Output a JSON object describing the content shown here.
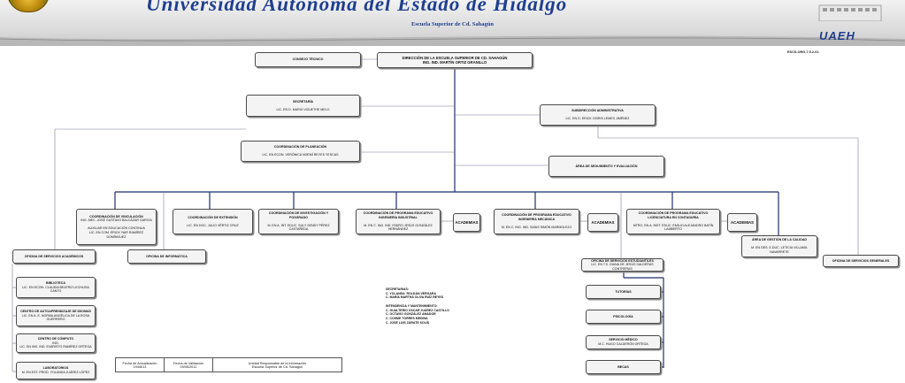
{
  "header": {
    "title": "Universidad Autónoma del Estado de Hidalgo",
    "subtitle": "Escuela Superior de Cd. Sahagún",
    "acronym": "UAEH",
    "accent_color": "#1e3f8f"
  },
  "doc_code": "ESCS-ORG-7.5.2-01",
  "org": {
    "consejo": {
      "l1": "CONSEJO TÉCNICO"
    },
    "direccion": {
      "l1": "DIRECCIÓN DE LA ESCUELA SUPERIOR DE CD. SAHAGÚN",
      "l2": "ING. IND. MARTÍN  ORTIZ  GRANILLO"
    },
    "secretaria": {
      "l1": "SECRETARÍA",
      "l2": "LIC. EN D. MARIO VIZUETHE MELO"
    },
    "subdireccion": {
      "l1": "SUBDIRECCIÓN ADMINISTRATIVA",
      "l2": "LIC. EN D. ERICK OSIRIS LEMES JIMÉNEZ"
    },
    "planeacion": {
      "l1": "COORDINACIÓN DE PLANEACIÓN",
      "l2": "LIC. EN ECON.  VERÓNICA NOEMÍ REYES YESCAS"
    },
    "seguimiento": {
      "l1": "ÁREA  DE SEGUIMIENTO Y EVALUACIÓN"
    },
    "vinculacion": {
      "l1": "COORDINACIÓN DE VINCULACIÓN",
      "l2": "ING. MEC.  JOSÉ GUSTAVO BALCÁZAR GARCÍA",
      "l3": "AUXILIAR EN EDUCACIÓN CONTINUA",
      "l4": "LIC. EN COM.  ERICK YAIR RAMÍREZ DOMÍNGUEZ"
    },
    "extension": {
      "l1": "COORDINACIÓN DE EXTENSIÓN",
      "l2": "LIC. EN DOC.  JULIO VÉRTIZ CRUZ"
    },
    "investigacion": {
      "l1": "COORDINACIÓN DE INVESTIGACIÓN Y POSGRADO",
      "l2": "M. EN A. INT. EDUC. SULY SENDY PÉREZ CASTAÑEDA"
    },
    "industrial": {
      "l1": "COORDINACIÓN DE PROGRAMA EDUCATIVO INGENIERÍA INDUSTRIAL",
      "l2": "M. EN C. ING. IND. ISIDRO JESÚS GONZÁLEZ HERNÁNDEZ"
    },
    "academias1": {
      "l1": "ACADEMIAS"
    },
    "mecanica": {
      "l1": "COORDINACIÓN DE PROGRAMA EDUCATIVO INGENIERÍA MECÁNICA",
      "l2": "M. EN C. ING. IND. SAÍAS SIMÓN MARMOLEJO"
    },
    "academias2": {
      "l1": "ACADEMIAS"
    },
    "contaduria": {
      "l1": "COORDINACIÓN DE PROGRAMA EDUCATIVO LICENCIATURA EN CONTADURÍA",
      "l2": "MTRO. EN A. INST. EDUC. EMILIO ALEJANDRO BATÍN LAMBERTO"
    },
    "academias3": {
      "l1": "ACADEMIAS"
    },
    "calidad": {
      "l1": "ÁREA DE GESTIÓN DE LA CALIDAD",
      "l2": "M. EN DES.  E.DUC. LETICIA VILLAMIL NAVARRETE"
    },
    "servicios_generales": {
      "l1": "OFICINA DE SERVICIOS GENERALES"
    },
    "servicios_academicos": {
      "l1": "OFICINA DE SERVICIOS ACADÉMICOS"
    },
    "informatica": {
      "l1": "OFICINA DE INFORMÁTICA"
    },
    "estudiantiles": {
      "l1": "OFICINA  DE SERVICIOS  ESTUDIANTILES",
      "l2": "LIC. EN T.S. DIANA DE JESÚS SALDERAS CONTRERAS"
    },
    "biblioteca": {
      "l1": "BIBLIOTECA",
      "l2": "LIC. EN ECON.  CLAUDIA BEATRIZ LECHUGA CANTO"
    },
    "idiomas": {
      "l1": "CENTRO DE AUTOAPRENDIZAJE DE IDIOMAS",
      "l2": "LIC. EN A. E.  NORMA ANGÉLICA DE LA ROSA GUERRERO"
    },
    "computo": {
      "l1": "CENTRO DE CÓMPUTO",
      "l2": "ING.",
      "l3": "LIC. EN ING. IND. EVARISTO RAMÍREZ ORTEGA"
    },
    "laboratorios": {
      "l1": "LABORATORIOS",
      "l2": "M. EN EST. PROD. YOLANDA JUÁREZ LÓPEZ"
    },
    "tutorias": {
      "l1": "TUTORÍAS"
    },
    "psicologia": {
      "l1": "PSICOLOGÍA"
    },
    "medico": {
      "l1": "SERVICIO MÉDICO",
      "l2": "M.C. HUGO CALDERÓN ORTEGA"
    },
    "becas": {
      "l1": "BECAS"
    }
  },
  "staff_notes": "SECRETARIAS:\nC. YOLANDA  ROLDÁN VERGARA\nC. MARÍA MARTHA OLIVA RUÍZ REYES\n\nINTENDENCIA Y MANTENIMIENTO:\nC. GUALTERIO OSCAR JUÁREZ CASTILLO\nC. OCTAVIO GONZÁLEZ AMADOR\nC. COSME TORRES MEDINA\nC. JOSÉ LUIS ZÁRATE SOLÍS",
  "footer": {
    "fecha_actualizacion_label": "Fecha de Actualización",
    "fecha_actualizacion": "19/08/13",
    "fecha_validacion_label": "Fecha de Validación",
    "fecha_validacion": "09/05/2012",
    "unidad_label": "Unidad Responsable de la Información",
    "unidad": "Escuela Superior de Cd. Sahagún"
  }
}
